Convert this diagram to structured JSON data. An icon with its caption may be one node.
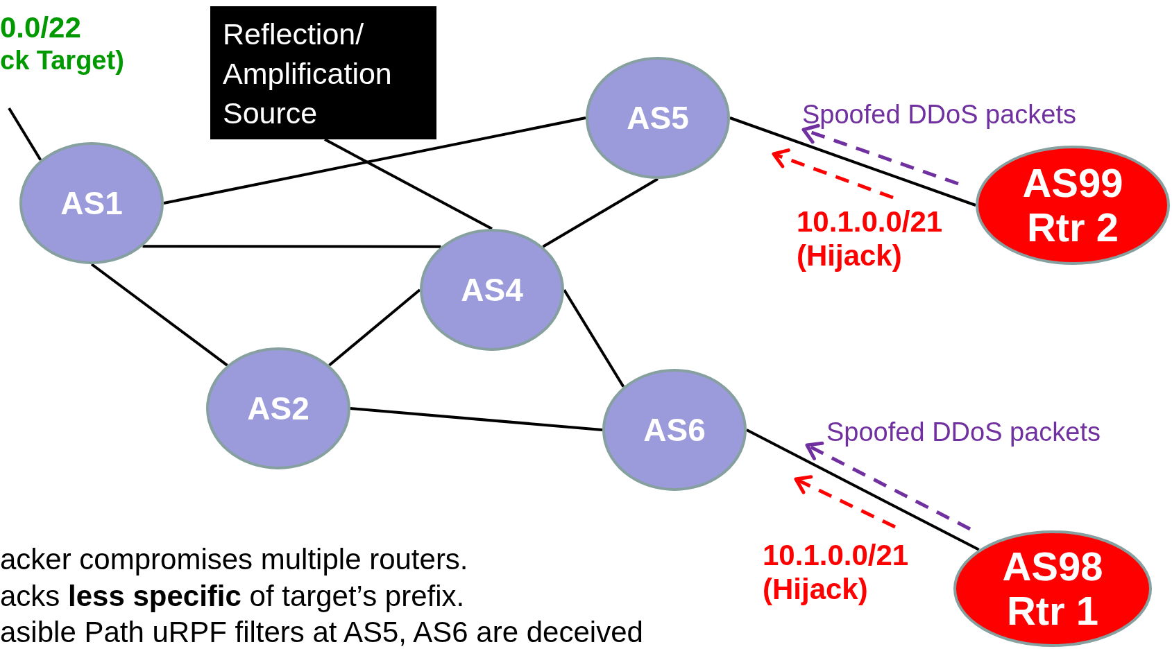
{
  "diagram": {
    "nodes": [
      {
        "text": [
          "0.0/22",
          "ck Target)"
        ]
      },
      {
        "text": [
          "Reflection/ Amplification Source"
        ]
      },
      {
        "text": [
          "AS1"
        ]
      },
      {
        "text": [
          "AS5"
        ]
      },
      {
        "text": [
          "AS4"
        ]
      },
      {
        "text": [
          "AS2"
        ]
      },
      {
        "text": [
          "AS6"
        ]
      },
      {
        "text": [
          "AS99 Rtr 2"
        ]
      },
      {
        "text": [
          "AS98 Rtr 1"
        ]
      }
    ],
    "edges": [
      {
        "from": 0,
        "to": 2,
        "arrow": "none"
      },
      {
        "from": 1,
        "to": 4,
        "arrow": "none"
      },
      {
        "from": 2,
        "to": 3,
        "arrow": "none"
      },
      {
        "from": 2,
        "to": 4,
        "arrow": "none"
      },
      {
        "from": 2,
        "to": 5,
        "arrow": "none"
      },
      {
        "from": 5,
        "to": 4,
        "arrow": "none"
      },
      {
        "from": 4,
        "to": 3,
        "arrow": "none"
      },
      {
        "from": 4,
        "to": 6,
        "arrow": "none"
      },
      {
        "from": 5,
        "to": 6,
        "arrow": "none"
      },
      {
        "from": 3,
        "to": 7,
        "arrow": "none"
      },
      {
        "from": 6,
        "to": 8,
        "arrow": "none"
      }
    ],
    "labels": [
      "Spoofed DDoS packets",
      "10.1.0.0/21 (Hijack)",
      "Spoofed DDoS packets",
      "10.1.0.0/21 (Hijack)",
      "acker compromises multiple routers.",
      "acks **less specific** of target’s prefix.",
      "asible Path uRPF filters at AS5, AS6 are deceived"
    ]
  }
}
